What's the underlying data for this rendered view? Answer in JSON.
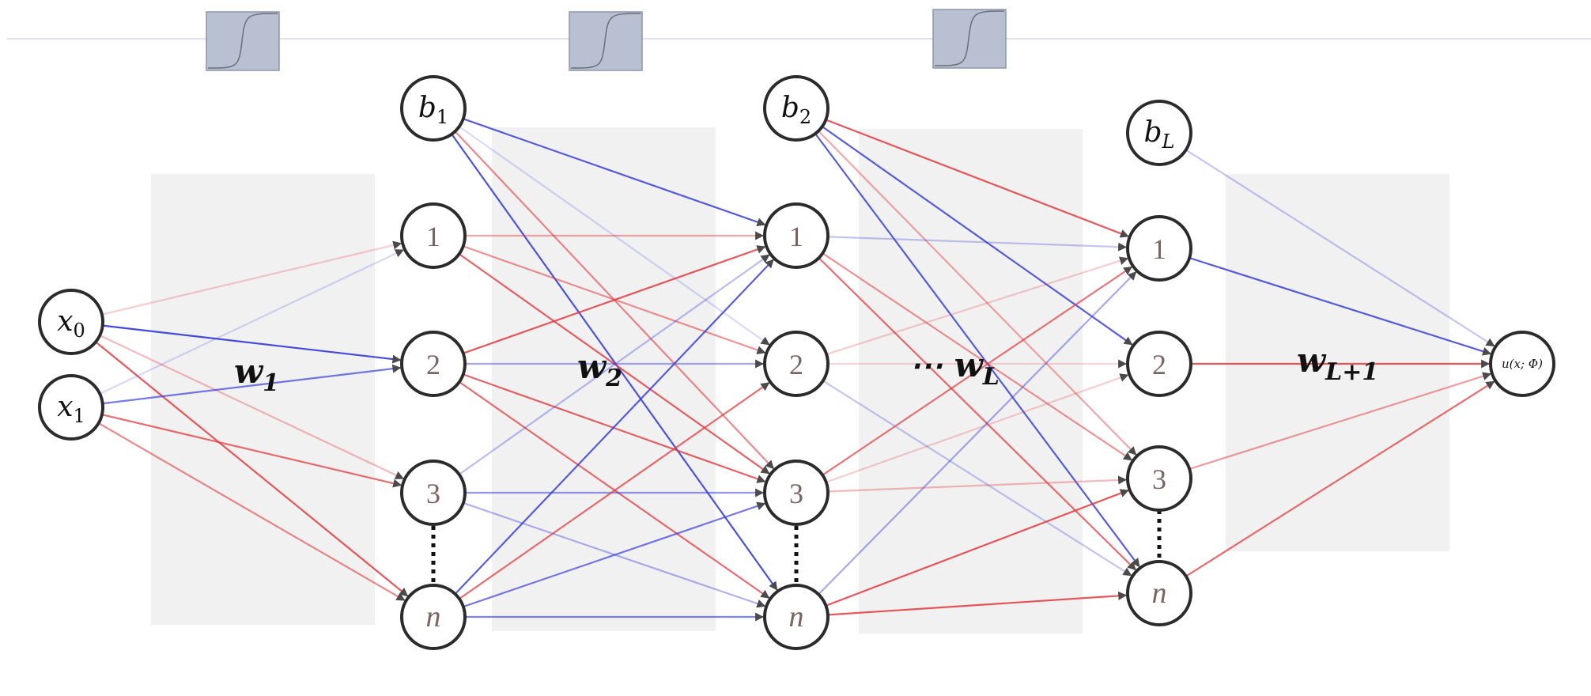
{
  "colors": {
    "positive_edge": "#e0393e",
    "negative_edge": "#3a3fd8",
    "panel": "#f1f1f1",
    "node_stroke": "#2b2b2b",
    "activation_box": "#b8c0d2"
  },
  "activation_icon": "sigmoid-curve-icon",
  "inputs": [
    {
      "base": "x",
      "sub": "0"
    },
    {
      "base": "x",
      "sub": "1"
    }
  ],
  "layers": [
    {
      "bias": {
        "base": "b",
        "sub": "1"
      },
      "neurons": [
        "1",
        "2",
        "3",
        "n"
      ]
    },
    {
      "bias": {
        "base": "b",
        "sub": "2"
      },
      "neurons": [
        "1",
        "2",
        "3",
        "n"
      ]
    },
    {
      "bias": {
        "base": "b",
        "sub": "L"
      },
      "neurons": [
        "1",
        "2",
        "3",
        "n"
      ]
    }
  ],
  "output": {
    "label": "u(x; Φ)"
  },
  "weights": [
    {
      "prefix": "",
      "base": "w",
      "sub": "1"
    },
    {
      "prefix": "",
      "base": "w",
      "sub": "2"
    },
    {
      "prefix": "⋯ ",
      "base": "w",
      "sub": "L"
    },
    {
      "prefix": "",
      "base": "w",
      "sub": "L+1"
    }
  ],
  "edges": [
    {
      "from": "x0",
      "to": "L1-1",
      "sign": "pos",
      "strength": 0.25
    },
    {
      "from": "x0",
      "to": "L1-2",
      "sign": "neg",
      "strength": 0.95
    },
    {
      "from": "x0",
      "to": "L1-3",
      "sign": "pos",
      "strength": 0.35
    },
    {
      "from": "x0",
      "to": "L1-n",
      "sign": "pos",
      "strength": 0.85
    },
    {
      "from": "x1",
      "to": "L1-1",
      "sign": "neg",
      "strength": 0.2
    },
    {
      "from": "x1",
      "to": "L1-2",
      "sign": "neg",
      "strength": 0.7
    },
    {
      "from": "x1",
      "to": "L1-3",
      "sign": "pos",
      "strength": 0.75
    },
    {
      "from": "x1",
      "to": "L1-n",
      "sign": "pos",
      "strength": 0.6
    },
    {
      "from": "b1",
      "to": "L2-1",
      "sign": "neg",
      "strength": 0.85
    },
    {
      "from": "b1",
      "to": "L2-2",
      "sign": "neg",
      "strength": 0.2
    },
    {
      "from": "b1",
      "to": "L2-3",
      "sign": "pos",
      "strength": 0.6
    },
    {
      "from": "b1",
      "to": "L2-n",
      "sign": "neg",
      "strength": 0.9
    },
    {
      "from": "L1-1",
      "to": "L2-1",
      "sign": "pos",
      "strength": 0.45
    },
    {
      "from": "L1-1",
      "to": "L2-2",
      "sign": "pos",
      "strength": 0.55
    },
    {
      "from": "L1-1",
      "to": "L2-3",
      "sign": "pos",
      "strength": 0.8
    },
    {
      "from": "L1-2",
      "to": "L2-1",
      "sign": "pos",
      "strength": 0.85
    },
    {
      "from": "L1-2",
      "to": "L2-2",
      "sign": "neg",
      "strength": 0.45
    },
    {
      "from": "L1-2",
      "to": "L2-3",
      "sign": "pos",
      "strength": 0.8
    },
    {
      "from": "L1-2",
      "to": "L2-n",
      "sign": "pos",
      "strength": 0.75
    },
    {
      "from": "L1-3",
      "to": "L2-1",
      "sign": "neg",
      "strength": 0.35
    },
    {
      "from": "L1-3",
      "to": "L2-3",
      "sign": "neg",
      "strength": 0.55
    },
    {
      "from": "L1-3",
      "to": "L2-n",
      "sign": "neg",
      "strength": 0.4
    },
    {
      "from": "L1-n",
      "to": "L2-1",
      "sign": "neg",
      "strength": 0.85
    },
    {
      "from": "L1-n",
      "to": "L2-2",
      "sign": "pos",
      "strength": 0.75
    },
    {
      "from": "L1-n",
      "to": "L2-3",
      "sign": "neg",
      "strength": 0.7
    },
    {
      "from": "L1-n",
      "to": "L2-n",
      "sign": "neg",
      "strength": 0.65
    },
    {
      "from": "b2",
      "to": "L3-1",
      "sign": "pos",
      "strength": 0.85
    },
    {
      "from": "b2",
      "to": "L3-2",
      "sign": "neg",
      "strength": 0.85
    },
    {
      "from": "b2",
      "to": "L3-3",
      "sign": "pos",
      "strength": 0.45
    },
    {
      "from": "b2",
      "to": "L3-n",
      "sign": "neg",
      "strength": 0.85
    },
    {
      "from": "L2-1",
      "to": "L3-1",
      "sign": "neg",
      "strength": 0.3
    },
    {
      "from": "L2-1",
      "to": "L3-3",
      "sign": "pos",
      "strength": 0.55
    },
    {
      "from": "L2-1",
      "to": "L3-n",
      "sign": "pos",
      "strength": 0.75
    },
    {
      "from": "L2-2",
      "to": "L3-1",
      "sign": "pos",
      "strength": 0.25
    },
    {
      "from": "L2-2",
      "to": "L3-2",
      "sign": "pos",
      "strength": 0.2
    },
    {
      "from": "L2-2",
      "to": "L3-n",
      "sign": "neg",
      "strength": 0.3
    },
    {
      "from": "L2-3",
      "to": "L3-1",
      "sign": "pos",
      "strength": 0.7
    },
    {
      "from": "L2-3",
      "to": "L3-2",
      "sign": "pos",
      "strength": 0.25
    },
    {
      "from": "L2-3",
      "to": "L3-3",
      "sign": "pos",
      "strength": 0.35
    },
    {
      "from": "L2-n",
      "to": "L3-1",
      "sign": "neg",
      "strength": 0.45
    },
    {
      "from": "L2-n",
      "to": "L3-3",
      "sign": "pos",
      "strength": 0.85
    },
    {
      "from": "L2-n",
      "to": "L3-n",
      "sign": "pos",
      "strength": 0.85
    },
    {
      "from": "bL",
      "to": "out",
      "sign": "neg",
      "strength": 0.3
    },
    {
      "from": "L3-1",
      "to": "out",
      "sign": "neg",
      "strength": 0.85
    },
    {
      "from": "L3-2",
      "to": "out",
      "sign": "pos",
      "strength": 0.85
    },
    {
      "from": "L3-3",
      "to": "out",
      "sign": "pos",
      "strength": 0.5
    },
    {
      "from": "L3-n",
      "to": "out",
      "sign": "pos",
      "strength": 0.75
    }
  ]
}
